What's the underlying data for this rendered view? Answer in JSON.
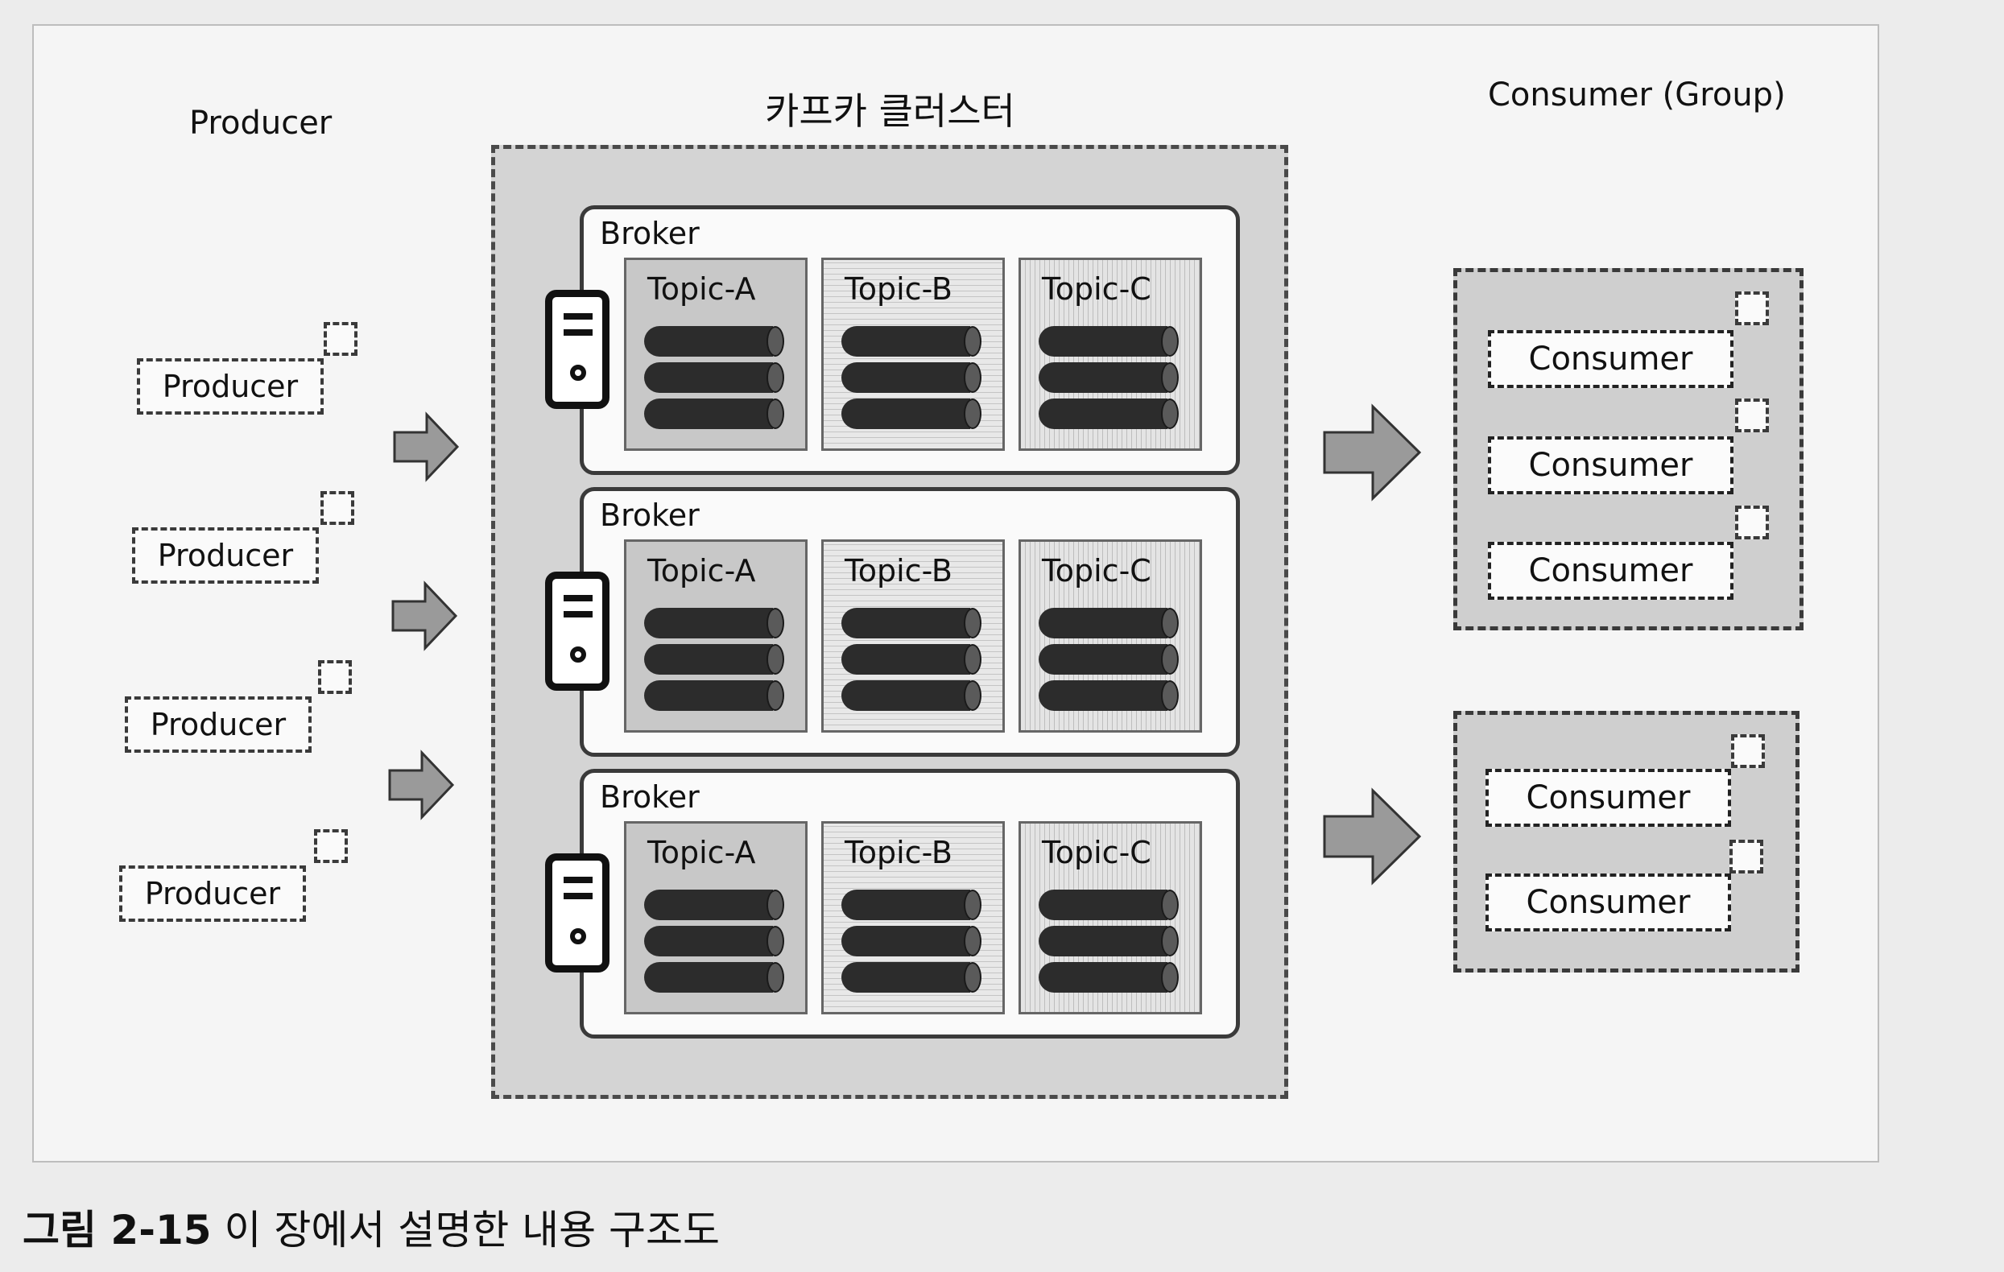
{
  "titles": {
    "producer": "Producer",
    "cluster": "카프카 클러스터",
    "consumer_group": "Consumer (Group)"
  },
  "producers": [
    "Producer",
    "Producer",
    "Producer",
    "Producer"
  ],
  "brokers": [
    {
      "label": "Broker",
      "topics": [
        "Topic-A",
        "Topic-B",
        "Topic-C"
      ]
    },
    {
      "label": "Broker",
      "topics": [
        "Topic-A",
        "Topic-B",
        "Topic-C"
      ]
    },
    {
      "label": "Broker",
      "topics": [
        "Topic-A",
        "Topic-B",
        "Topic-C"
      ]
    }
  ],
  "consumer_groups": [
    {
      "consumers": [
        "Consumer",
        "Consumer",
        "Consumer"
      ]
    },
    {
      "consumers": [
        "Consumer",
        "Consumer"
      ]
    }
  ],
  "caption": {
    "number": "그림 2-15",
    "text": "이 장에서 설명한 내용 구조도"
  }
}
